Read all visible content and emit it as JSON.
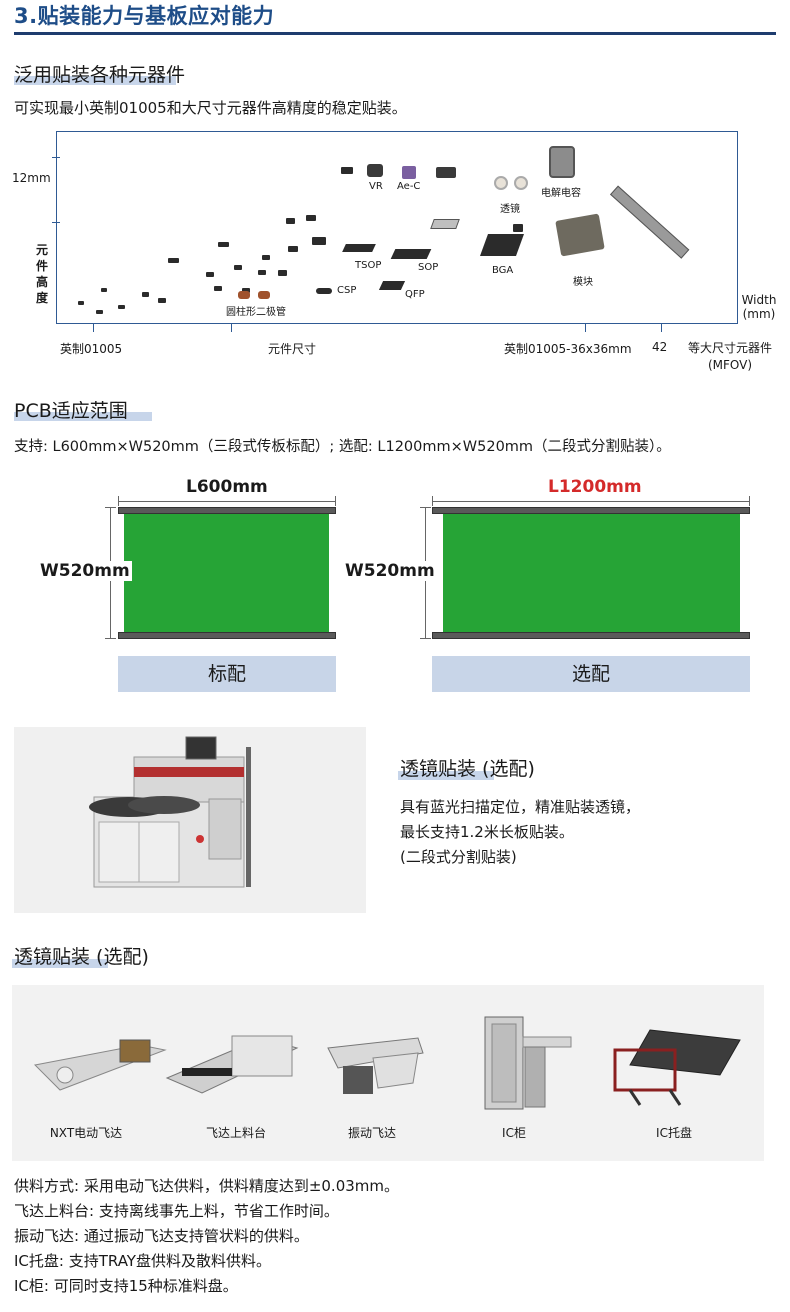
{
  "header": {
    "title": "3.贴装能力与基板应对能力"
  },
  "section1": {
    "title": "泛用贴装各种元器件",
    "desc": "可实现最小英制01005和大尺寸元器件高精度的稳定贴装。",
    "chart": {
      "y_tick_label": "12mm",
      "y_axis_label": "元件高度",
      "x_axis_title": "元件尺寸",
      "x_ticks": [
        "英制01005",
        "英制01005-36x36mm",
        "42",
        "等大尺寸元器件 (MFOV)"
      ],
      "x_unit": "Width (mm)",
      "component_labels": [
        "VR",
        "Ae-C",
        "电解电容",
        "透镜",
        "TSOP",
        "SOP",
        "BGA",
        "模块",
        "CSP",
        "QFP",
        "圆柱形二极管"
      ]
    }
  },
  "section2": {
    "title": "PCB适应范围",
    "desc": "支持: L600mm×W520mm（三段式传板标配）;   选配: L1200mm×W520mm（二段式分割贴装）。",
    "left": {
      "length": "L600mm",
      "width": "W520mm",
      "tag": "标配"
    },
    "right": {
      "length": "L1200mm",
      "width": "W520mm",
      "tag": "选配"
    },
    "colors": {
      "board": "#26a436",
      "optional_length": "#d42a2a",
      "tag_bg": "#c8d5e8"
    }
  },
  "section3": {
    "title": "透镜贴装 (选配)",
    "lines": [
      "具有蓝光扫描定位，精准贴装透镜，",
      "最长支持1.2米长板贴装。",
      "(二段式分割贴装)"
    ]
  },
  "section4": {
    "title": "透镜贴装 (选配)",
    "feeders": [
      "NXT电动飞达",
      "飞达上料台",
      "振动飞达",
      "IC柜",
      "IC托盘"
    ],
    "notes": [
      "供料方式: 采用电动飞达供料，供料精度达到±0.03mm。",
      "飞达上料台: 支持离线事先上料，节省工作时间。",
      "振动飞达: 通过振动飞达支持管状料的供料。",
      "IC托盘: 支持TRAY盘供料及散料供料。",
      "IC柜:  可同时支持15种标准料盘。"
    ]
  }
}
